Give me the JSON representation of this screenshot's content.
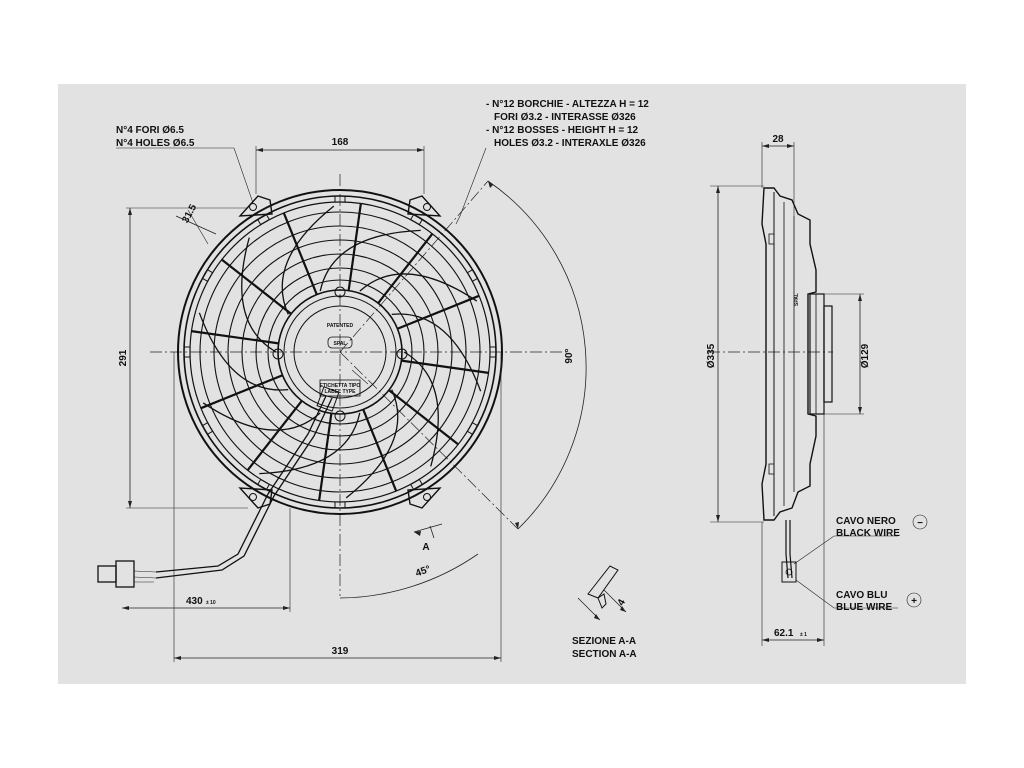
{
  "holes": {
    "it": "N°4 FORI Ø6.5",
    "en": "N°4 HOLES Ø6.5"
  },
  "bosses": {
    "it1": "- N°12 BORCHIE - ALTEZZA H = 12",
    "it2": "FORI Ø3.2 - INTERASSE Ø326",
    "en1": "- N°12 BOSSES - HEIGHT H = 12",
    "en2": "HOLES Ø3.2 - INTERAXLE Ø326"
  },
  "dims": {
    "top_width": "168",
    "hole_offset": "31.5",
    "height": "291",
    "angle": "90°",
    "bottom_width": "319",
    "cable": "430",
    "cable_tol": "± 10",
    "side_depth": "28",
    "diameter_main": "Ø335",
    "diameter_motor": "Ø129",
    "side_total": "62.1",
    "side_total_tol": "± 1",
    "angle45": "45°",
    "section_a": "A",
    "section_dim": "4"
  },
  "hub": {
    "patented": "PATENTED",
    "brand": "SPAL",
    "label1": "ETICHETTA TIPO",
    "label2": "LABEL TYPE"
  },
  "section": {
    "it": "SEZIONE A-A",
    "en": "SECTION A-A"
  },
  "wires": {
    "black_it": "CAVO NERO",
    "black_en": "BLACK WIRE",
    "black_sign": "−",
    "blue_it": "CAVO BLU",
    "blue_en": "BLUE WIRE",
    "blue_sign": "+"
  },
  "side_brand": "SPAL"
}
